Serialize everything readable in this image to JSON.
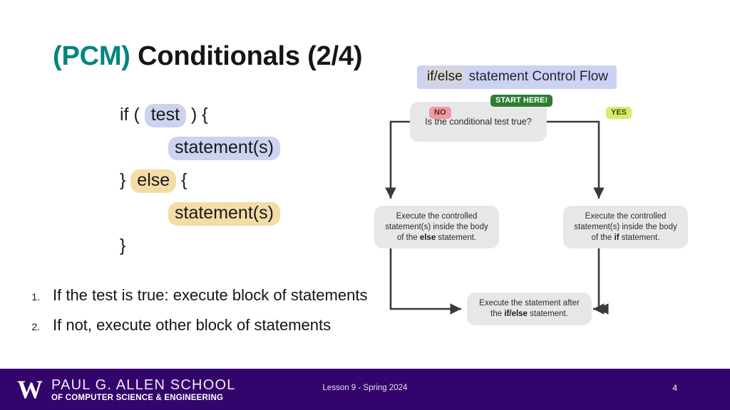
{
  "slide": {
    "title_prefix": "(PCM)",
    "title_rest": " Conditionals (2/4)",
    "accent_teal": "#00857e"
  },
  "code_block": {
    "line1_a": "if ( ",
    "line1_test": "test",
    "line1_b": " ) {",
    "line2_statement": "statement(s)",
    "line3_a": "} ",
    "line3_else": "else",
    "line3_b": " {",
    "line4_statement": "statement(s)",
    "line5": "}"
  },
  "bullets": [
    {
      "num": "1.",
      "text": "If the test is true: execute block of statements"
    },
    {
      "num": "2.",
      "text": "If not, execute other block of statements"
    }
  ],
  "flowchart": {
    "banner_keyword": "if/else",
    "banner_rest": "statement Control Flow",
    "badges": {
      "start": "START HERE!",
      "no": "NO",
      "yes": "YES"
    },
    "nodes": {
      "question": "Is the conditional test true?",
      "else_branch_pre": "Execute the controlled statement(s) inside the body of the ",
      "else_branch_kw": "else",
      "else_branch_post": " statement.",
      "if_branch_pre": "Execute the controlled statement(s) inside the body of the ",
      "if_branch_kw": "if",
      "if_branch_post": " statement.",
      "after_pre": "Execute the statement after the ",
      "after_kw": "if/else",
      "after_post": " statement."
    },
    "colors": {
      "node_bg": "#e7e7e7",
      "banner_bg": "#ccd2f2",
      "start_green": "#2f7d31",
      "no_red": "#ef9aa2",
      "yes_green": "#d7ec6b",
      "connector": "#3a3a3a"
    }
  },
  "footer": {
    "logo_letter": "W",
    "school_line1": "PAUL G. ALLEN SCHOOL",
    "school_line2": "OF COMPUTER SCIENCE & ENGINEERING",
    "lesson": "Lesson 9 - Spring 2024",
    "page_number": "4",
    "bar_color": "#33046b"
  }
}
